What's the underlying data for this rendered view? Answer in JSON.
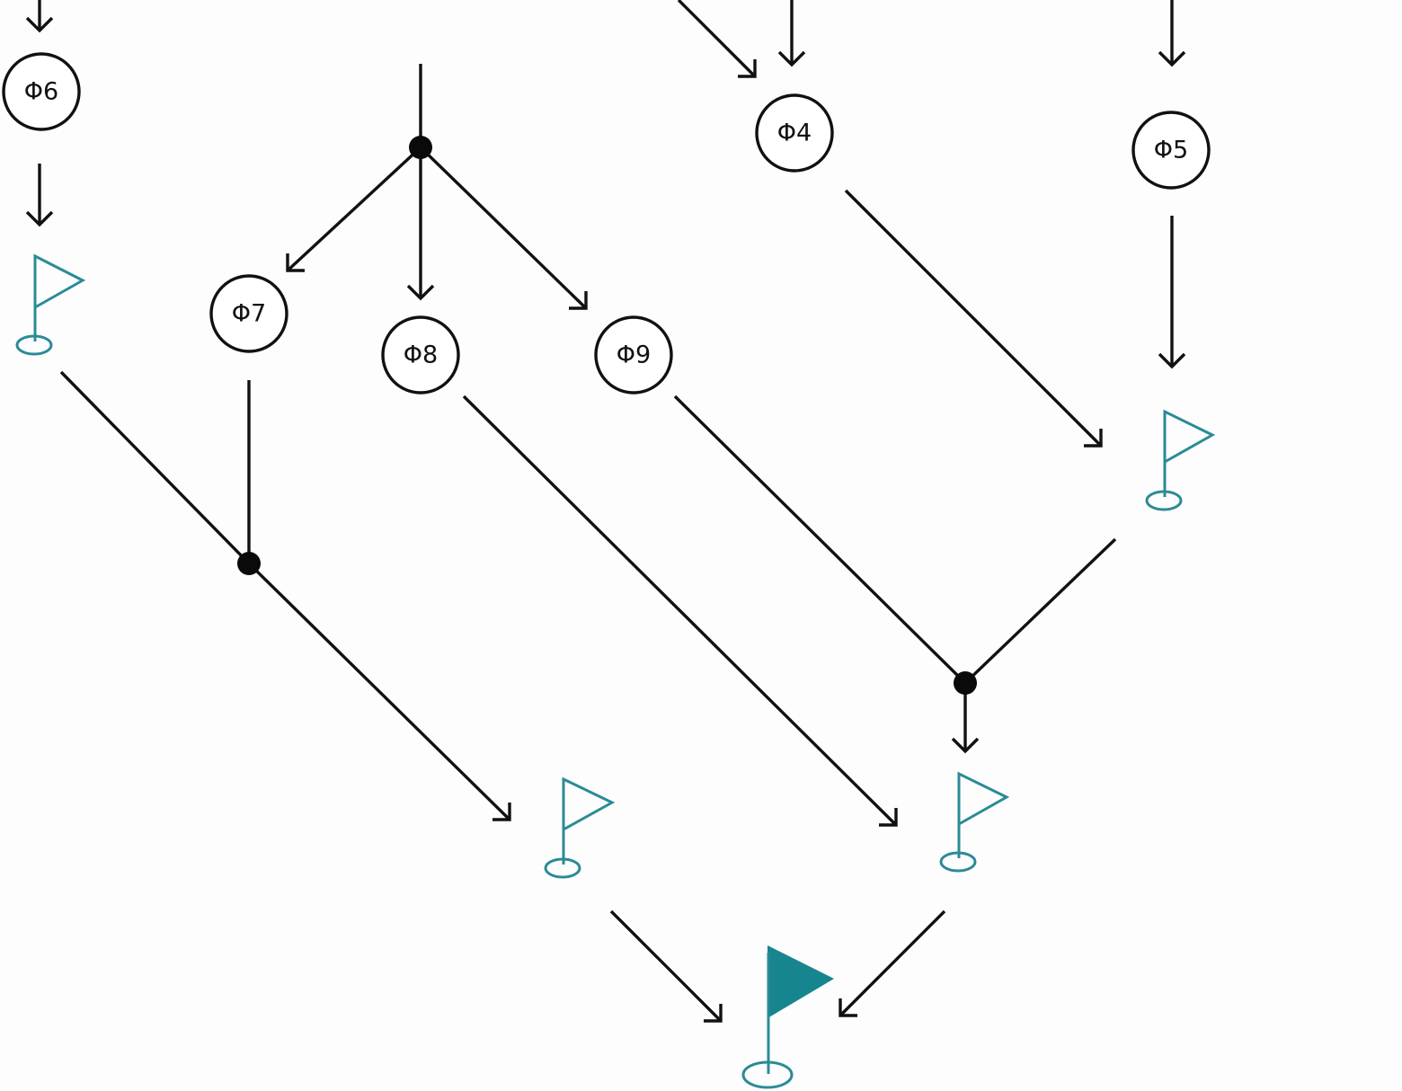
{
  "colors": {
    "edge": "#111111",
    "flag": "#2a8b96",
    "flag_goal": "#168590"
  },
  "nodes": [
    {
      "id": "phi6",
      "label": "Φ6"
    },
    {
      "id": "phi4",
      "label": "Φ4"
    },
    {
      "id": "phi5",
      "label": "Φ5"
    },
    {
      "id": "phi7",
      "label": "Φ7"
    },
    {
      "id": "phi8",
      "label": "Φ8"
    },
    {
      "id": "phi9",
      "label": "Φ9"
    }
  ],
  "flags": [
    {
      "id": "flag-a",
      "icon": "flag-outline-icon"
    },
    {
      "id": "flag-b",
      "icon": "flag-outline-icon"
    },
    {
      "id": "flag-c",
      "icon": "flag-outline-icon"
    },
    {
      "id": "flag-d",
      "icon": "flag-outline-icon"
    },
    {
      "id": "flag-goal",
      "icon": "flag-filled-icon"
    }
  ],
  "edges": [
    {
      "from": "top",
      "to": "phi6"
    },
    {
      "from": "phi6",
      "to": "flag-a"
    },
    {
      "from": "top",
      "to": "phi4"
    },
    {
      "from": "top",
      "to": "phi5"
    },
    {
      "from": "top",
      "to": "junction-1"
    },
    {
      "from": "junction-1",
      "to": "phi7"
    },
    {
      "from": "junction-1",
      "to": "phi8"
    },
    {
      "from": "junction-1",
      "to": "phi9"
    },
    {
      "from": "phi4",
      "to": "flag-b"
    },
    {
      "from": "phi5",
      "to": "flag-b"
    },
    {
      "from": "flag-a",
      "to": "junction-2"
    },
    {
      "from": "phi7",
      "to": "junction-2"
    },
    {
      "from": "junction-2",
      "to": "flag-c"
    },
    {
      "from": "phi8",
      "to": "flag-d"
    },
    {
      "from": "phi9",
      "to": "junction-3"
    },
    {
      "from": "flag-b",
      "to": "junction-3"
    },
    {
      "from": "junction-3",
      "to": "flag-d"
    },
    {
      "from": "flag-c",
      "to": "flag-goal"
    },
    {
      "from": "flag-d",
      "to": "flag-goal"
    }
  ]
}
